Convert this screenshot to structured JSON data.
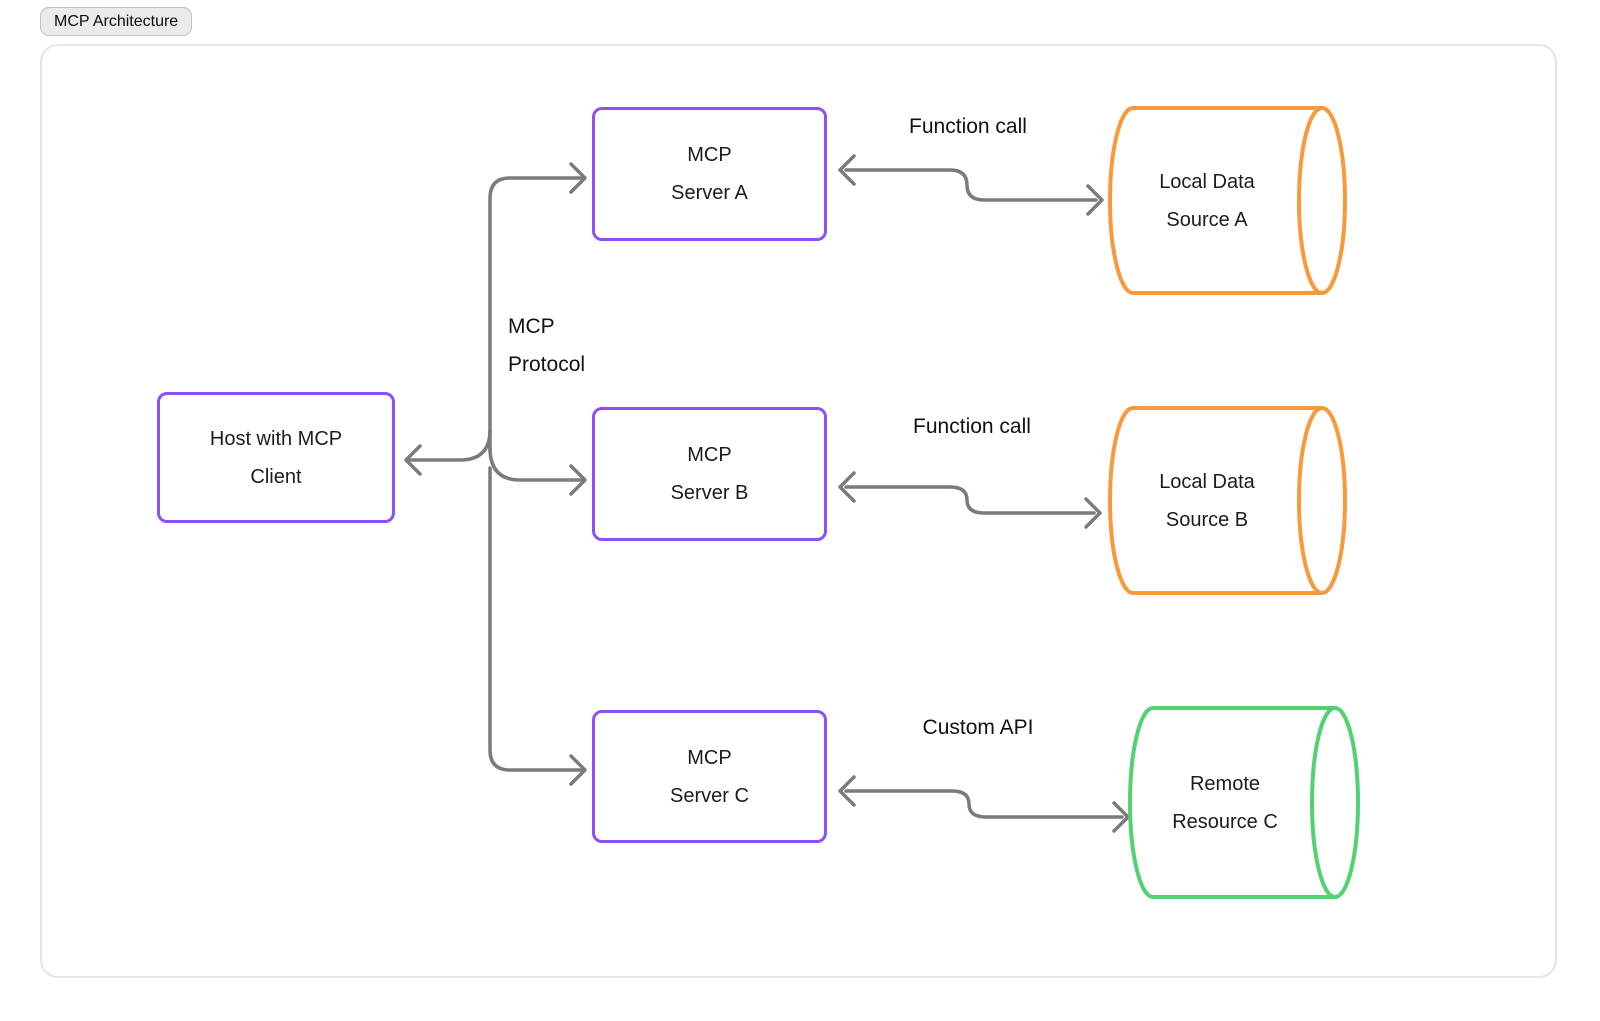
{
  "badge": {
    "label": "MCP Architecture"
  },
  "colors": {
    "purple": "#8b50f6",
    "orange": "#f8993b",
    "green": "#52d273",
    "arrow": "#7b7b7b"
  },
  "nodes": {
    "host": {
      "label": "Host with MCP\nClient"
    },
    "server_a": {
      "label": "MCP\nServer A"
    },
    "server_b": {
      "label": "MCP\nServer B"
    },
    "server_c": {
      "label": "MCP\nServer C"
    },
    "source_a": {
      "label": "Local Data\nSource A"
    },
    "source_b": {
      "label": "Local Data\nSource B"
    },
    "resource_c": {
      "label": "Remote\nResource C"
    }
  },
  "edges": {
    "protocol": "MCP\nProtocol",
    "function_call_a": "Function call",
    "function_call_b": "Function call",
    "custom_api": "Custom API"
  }
}
